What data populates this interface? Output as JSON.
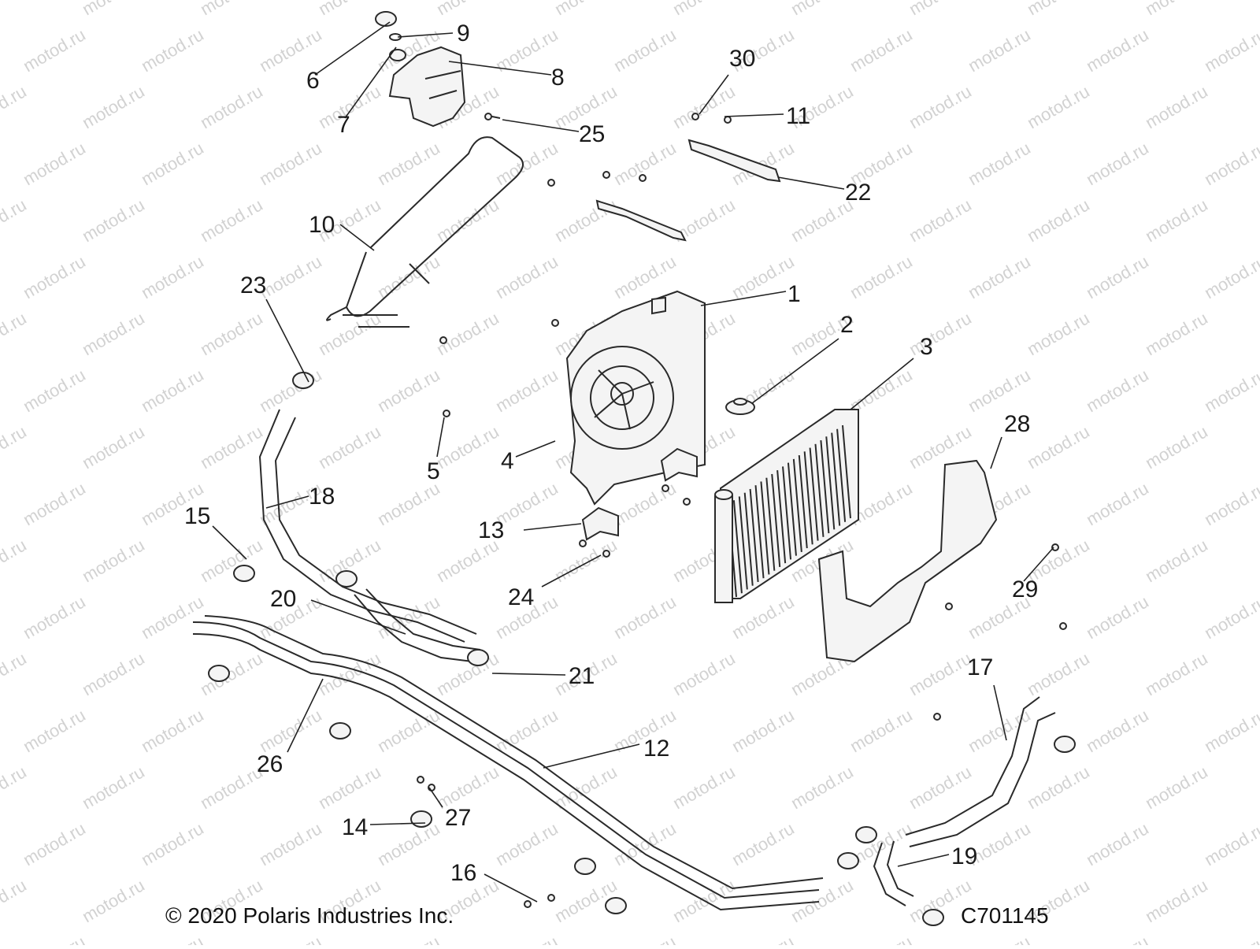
{
  "watermark": "motod.ru",
  "callouts": [
    "1",
    "2",
    "3",
    "4",
    "5",
    "6",
    "7",
    "8",
    "9",
    "10",
    "11",
    "12",
    "13",
    "14",
    "15",
    "16",
    "17",
    "18",
    "19",
    "20",
    "21",
    "22",
    "23",
    "24",
    "25",
    "26",
    "27",
    "28",
    "29",
    "30"
  ],
  "footer": {
    "copyright": "© 2020 Polaris Industries Inc.",
    "diagram_code": "C701145"
  }
}
